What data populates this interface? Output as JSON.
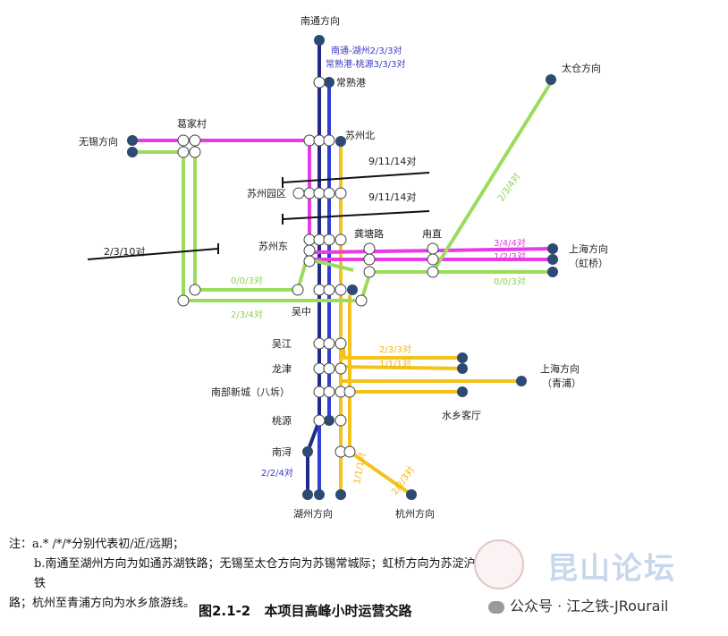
{
  "stations": {
    "nantong": "南通方向",
    "changshugang": "常熟港",
    "gejiacun": "葛家村",
    "wuxi": "无锡方向",
    "suzhoubei": "苏州北",
    "suzhouyuanqu": "苏州园区",
    "suzhoudong": "苏州东",
    "gongtanglu": "龚塘路",
    "yongzhi": "甪直",
    "taicang": "太仓方向",
    "shanghai_hongqiao_1": "上海方向",
    "shanghai_hongqiao_2": "（虹桥）",
    "wuzhong": "吴中",
    "wujiang": "吴江",
    "longjin": "龙津",
    "nanbuxincheng": "南部新城（八坼）",
    "taoyuan": "桃源",
    "nanxun": "南浔",
    "huzhou": "湖州方向",
    "hangzhou": "杭州方向",
    "shanghai_qingpu_1": "上海方向",
    "shanghai_qingpu_2": "（青浦）",
    "shuixiang": "水乡客厅"
  },
  "labels": {
    "nt_huzhou": "南通-湖州2/3/3对",
    "csg_taoyuan": "常熟港-桃源3/3/3对",
    "bypass_upper": "9/11/14对",
    "bypass_lower": "9/11/14对",
    "wuxi_branch": "2/3/10对",
    "taicang_line": "2/3/4对",
    "hq_mag_1": "3/4/4对",
    "hq_mag_2": "1/2/3对",
    "hq_green": "0/0/3对",
    "inner_green": "0/0/3对",
    "outer_green": "2/3/4对",
    "qp_yel_1": "2/3/3对",
    "qp_yel_2": "1/1/1对",
    "huzhou_blue": "2/2/4对",
    "hz_yel_1": "1/1/1对",
    "hz_yel_2": "2/2/3对"
  },
  "notes": {
    "line1": "注：a.* /*/*分别代表初/近/远期；",
    "line2": "b.南通至湖州方向为如通苏湖铁路；无锡至太仓方向为苏锡常城际；虹桥方向为苏淀沪城际铁",
    "line3": "路；杭州至青浦方向为水乡旅游线。"
  },
  "caption": {
    "number": "图2.1-2",
    "title": "本项目高峰小时运营交路"
  },
  "watermark": {
    "site": "昆山论坛",
    "source": "公众号 · 江之铁-JRourail"
  },
  "colors": {
    "navy": "#1f2a8a",
    "blue": "#2f3fd6",
    "magenta": "#e83ae6",
    "green": "#9bdc5c",
    "yellow": "#f4c21a",
    "node_dark": "#2c4a72"
  }
}
